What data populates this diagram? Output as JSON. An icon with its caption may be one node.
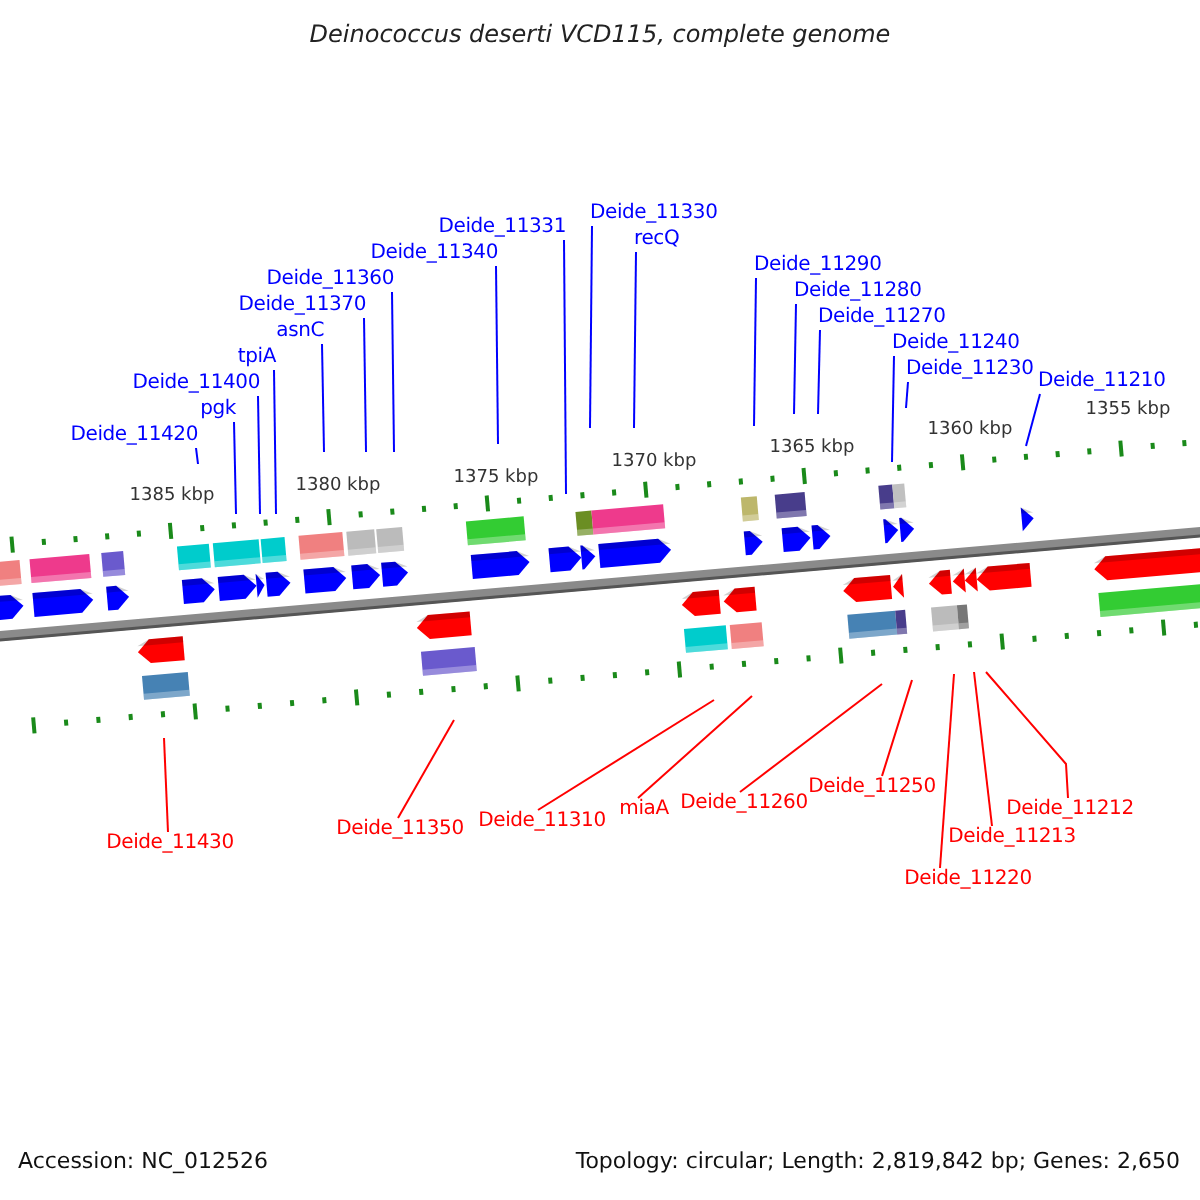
{
  "diagram": {
    "title": "Deinococcus deserti VCD115, complete genome",
    "nodes": [
      {
        "text": [
          "Deide_11420"
        ]
      },
      {
        "text": [
          "pgk"
        ]
      },
      {
        "text": [
          "Deide_11400"
        ]
      },
      {
        "text": [
          "tpiA"
        ]
      },
      {
        "text": [
          "asnC"
        ]
      },
      {
        "text": [
          "Deide_11370"
        ]
      },
      {
        "text": [
          "Deide_11360"
        ]
      },
      {
        "text": [
          "Deide_11340"
        ]
      },
      {
        "text": [
          "Deide_11331"
        ]
      },
      {
        "text": [
          "Deide_11330"
        ]
      },
      {
        "text": [
          "recQ"
        ]
      },
      {
        "text": [
          "Deide_11290"
        ]
      },
      {
        "text": [
          "Deide_11280"
        ]
      },
      {
        "text": [
          "Deide_11270"
        ]
      },
      {
        "text": [
          "Deide_11240"
        ]
      },
      {
        "text": [
          "Deide_11230"
        ]
      },
      {
        "text": [
          "Deide_11210"
        ]
      },
      {
        "text": [
          "Deide_11430"
        ]
      },
      {
        "text": [
          "Deide_11350"
        ]
      },
      {
        "text": [
          "Deide_11310"
        ]
      },
      {
        "text": [
          "miaA"
        ]
      },
      {
        "text": [
          "Deide_11260"
        ]
      },
      {
        "text": [
          "Deide_11250"
        ]
      },
      {
        "text": [
          "Deide_11220"
        ]
      },
      {
        "text": [
          "Deide_11213"
        ]
      },
      {
        "text": [
          "Deide_11212"
        ]
      }
    ],
    "edges": [
      {
        "from": 0,
        "to": null,
        "arrow": "none"
      },
      {
        "from": 1,
        "to": null,
        "arrow": "none"
      },
      {
        "from": 2,
        "to": null,
        "arrow": "none"
      },
      {
        "from": 3,
        "to": null,
        "arrow": "none"
      },
      {
        "from": 4,
        "to": null,
        "arrow": "none"
      },
      {
        "from": 5,
        "to": null,
        "arrow": "none"
      },
      {
        "from": 6,
        "to": null,
        "arrow": "none"
      },
      {
        "from": 7,
        "to": null,
        "arrow": "none"
      },
      {
        "from": 8,
        "to": null,
        "arrow": "none"
      },
      {
        "from": 9,
        "to": null,
        "arrow": "none"
      },
      {
        "from": 10,
        "to": null,
        "arrow": "none"
      },
      {
        "from": 11,
        "to": null,
        "arrow": "none"
      },
      {
        "from": 12,
        "to": null,
        "arrow": "none"
      },
      {
        "from": 13,
        "to": null,
        "arrow": "none"
      },
      {
        "from": 14,
        "to": null,
        "arrow": "none"
      },
      {
        "from": 15,
        "to": null,
        "arrow": "none"
      },
      {
        "from": 16,
        "to": null,
        "arrow": "none"
      },
      {
        "from": 17,
        "to": null,
        "arrow": "none",
        "color": "#ff0000"
      },
      {
        "from": 18,
        "to": null,
        "arrow": "none",
        "color": "#ff0000"
      },
      {
        "from": 19,
        "to": null,
        "arrow": "none",
        "color": "#ff0000"
      },
      {
        "from": 20,
        "to": null,
        "arrow": "none",
        "color": "#ff0000"
      },
      {
        "from": 21,
        "to": null,
        "arrow": "none",
        "color": "#ff0000"
      },
      {
        "from": 22,
        "to": null,
        "arrow": "none",
        "color": "#ff0000"
      },
      {
        "from": 23,
        "to": null,
        "arrow": "none",
        "color": "#ff0000"
      },
      {
        "from": 24,
        "to": null,
        "arrow": "none",
        "color": "#ff0000"
      },
      {
        "from": 25,
        "to": null,
        "arrow": "none",
        "color": "#ff0000"
      }
    ],
    "labels": [
      "1385 kbp",
      "1380 kbp",
      "1375 kbp",
      "1370 kbp",
      "1365 kbp",
      "1360 kbp",
      "1355 kbp",
      "Accession: NC_012526",
      "Topology: circular; Length: 2,819,842 bp; Genes: 2,650"
    ]
  }
}
